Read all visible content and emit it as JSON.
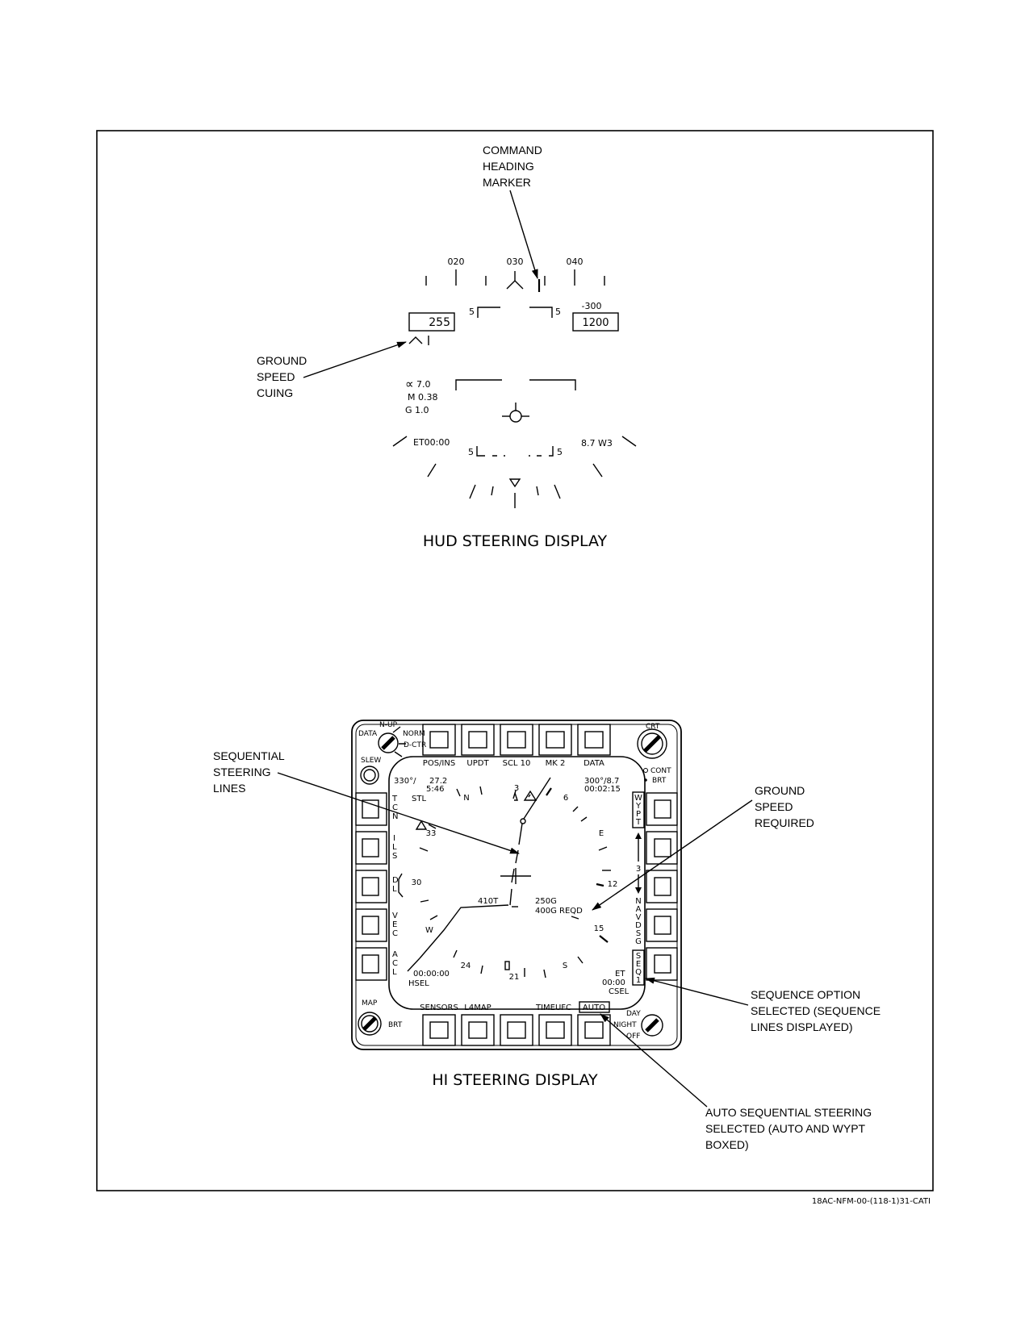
{
  "hud": {
    "title": "HUD STEERING DISPLAY",
    "heading_ticks": [
      "020",
      "030",
      "040"
    ],
    "airspeed": "255",
    "altitude": "1200",
    "vertical_velocity": "-300",
    "pitch_top_left": "5",
    "pitch_top_right": "5",
    "pitch_bottom_left": "5",
    "pitch_bottom_right": "5",
    "alpha": "7.0",
    "alpha_symbol": "∝",
    "mach": "M 0.38",
    "g": "G 1.0",
    "elapsed_time": "ET00:00",
    "waypoint_range": "8.7 W3",
    "callouts": {
      "command_heading": [
        "COMMAND",
        "HEADING",
        "MARKER"
      ],
      "ground_speed_cuing": [
        "GROUND",
        "SPEED",
        "CUING"
      ]
    }
  },
  "hi": {
    "title": "HI STEERING DISPLAY",
    "top_labels": [
      "POS/INS",
      "UPDT",
      "SCL 10",
      "MK 2",
      "DATA"
    ],
    "bottom_labels": [
      "SENSORS",
      "L4MAP",
      "",
      "TIMEUFC",
      "AUTO"
    ],
    "knob_data": "DATA",
    "knob_nup": "N-UP",
    "knob_norm": "NORM",
    "knob_dctr": "D-CTR",
    "slew": "SLEW",
    "crt": "CRT",
    "cont": "CONT",
    "brt_top": "BRT",
    "map": "MAP",
    "brt_bottom": "BRT",
    "day": "DAY",
    "night": "NIGHT",
    "off": "OFF",
    "left_vertical": [
      "TCN",
      "ILS",
      "DL",
      "VEC",
      "ACL"
    ],
    "right_vertical": [
      "WYPT",
      "3",
      "NAVDSG",
      "SEQ1"
    ],
    "tl_bearing": "330°/",
    "tl_range": "27.2",
    "tl_time": "5:46",
    "tl_stl": "STL",
    "tr_bearing": "300°/8.7",
    "tr_time": "00:02:15",
    "compass": [
      "N",
      "3",
      "6",
      "E",
      "12",
      "15",
      "S",
      "21",
      "24",
      "W",
      "30",
      "33"
    ],
    "true_airspeed": "410T",
    "ground_speed": "250G",
    "ground_speed_reqd": "400G REQD",
    "bl_time": "00:00:00",
    "bl_hsel": "HSEL",
    "br_et": "ET",
    "br_time": "00:00",
    "br_csel": "CSEL",
    "callouts": {
      "sequential_steering": [
        "SEQUENTIAL",
        "STEERING",
        "LINES"
      ],
      "ground_speed_required": [
        "GROUND",
        "SPEED",
        "REQUIRED"
      ],
      "sequence_option": [
        "SEQUENCE OPTION",
        "SELECTED (SEQUENCE",
        "LINES DISPLAYED)"
      ],
      "auto_sequential": [
        "AUTO SEQUENTIAL STEERING",
        "SELECTED (AUTO AND WYPT",
        "BOXED)"
      ]
    }
  },
  "figure_code": "18AC-NFM-00-(118-1)31-CATI"
}
